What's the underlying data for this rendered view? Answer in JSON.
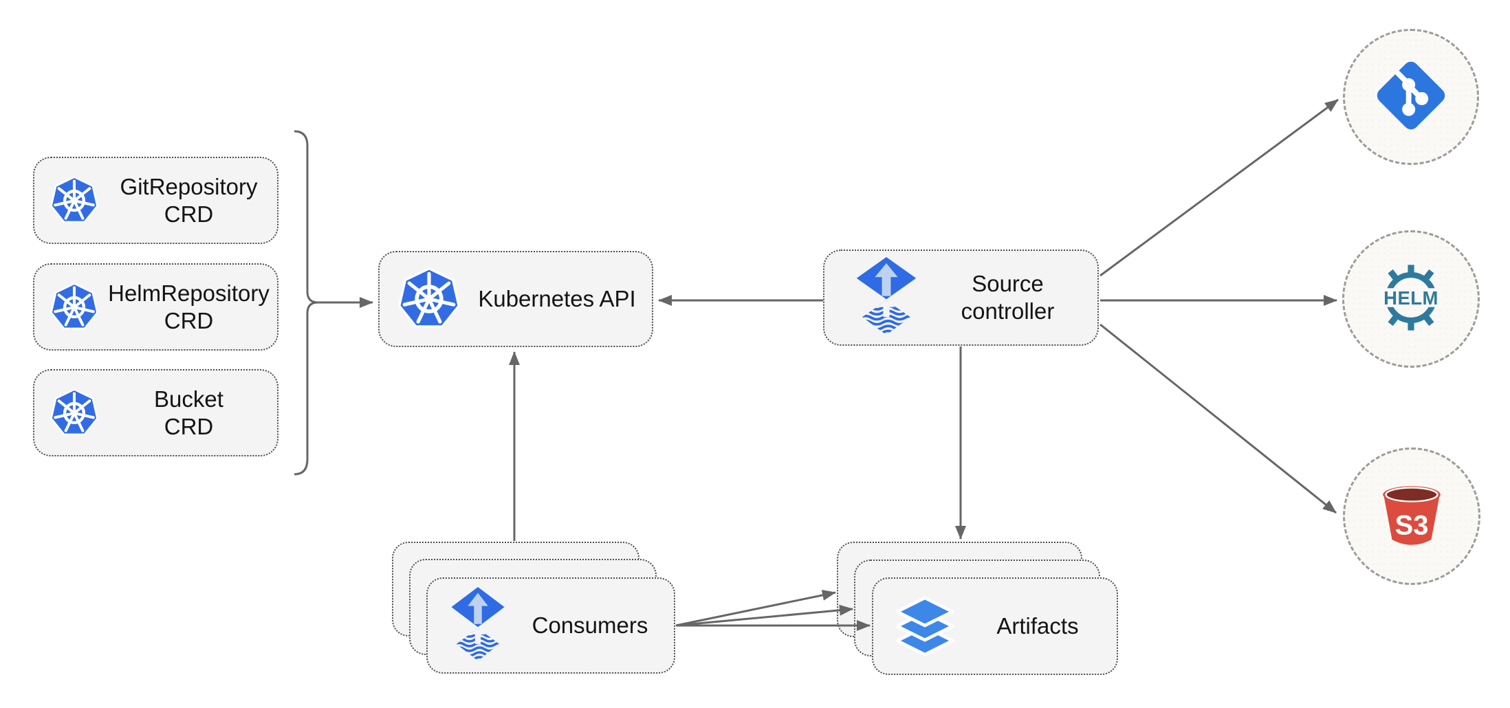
{
  "diagram": {
    "crd_nodes": [
      {
        "line1": "GitRepository",
        "line2": "CRD"
      },
      {
        "line1": "HelmRepository",
        "line2": "CRD"
      },
      {
        "line1": "Bucket",
        "line2": "CRD"
      }
    ],
    "kubernetes_api": {
      "label": "Kubernetes API"
    },
    "source_controller": {
      "line1": "Source",
      "line2": "controller"
    },
    "consumers": {
      "label": "Consumers"
    },
    "artifacts": {
      "label": "Artifacts"
    },
    "external_sources": {
      "git": {
        "icon": "git-icon"
      },
      "helm": {
        "icon": "helm-icon",
        "logo_text": "HELM"
      },
      "s3": {
        "icon": "s3-bucket-icon",
        "logo_text": "S3"
      }
    },
    "icons": {
      "kubernetes": "kubernetes-wheel-icon",
      "flux": "flux-icon",
      "layers": "layers-icon",
      "git": "git-icon",
      "helm": "helm-icon",
      "s3": "s3-bucket-icon"
    }
  },
  "colors": {
    "k8s_blue": "#326CE5",
    "flux_blue": "#2E6BE4",
    "flux_arrow_light": "#BCD2F0",
    "git_blue": "#2B77DF",
    "layers_blue": "#3D87E9",
    "helm_teal": "#2E7A9E",
    "s3_red": "#DB4C3F",
    "s3_dark_red": "#7E2D24",
    "connector_gray": "#666666",
    "node_fill": "#F4F4F4",
    "node_border": "#4D4D4D",
    "circle_fill": "#FAF9F5",
    "circle_border": "#9C9C9C",
    "text_color": "#141414"
  }
}
